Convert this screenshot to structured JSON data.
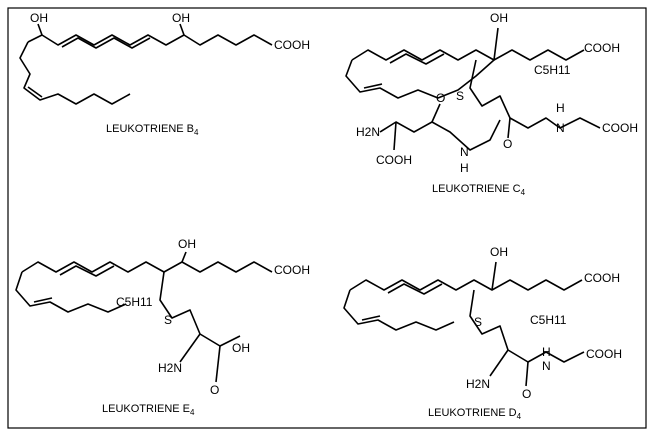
{
  "structures": {
    "ltb4": {
      "label": "LEUKOTRIENE B",
      "label_sub": "4",
      "oh1": "OH",
      "oh2": "OH",
      "cooh": "COOH"
    },
    "ltc4": {
      "label": "LEUKOTRIENE C",
      "label_sub": "4",
      "oh": "OH",
      "cooh1": "COOH",
      "c5h11": "C5H11",
      "s": "S",
      "h2n": "H2N",
      "cooh2": "COOH",
      "n1": "N",
      "h1": "H",
      "o1": "O",
      "h2": "H",
      "n2": "N",
      "o2": "O",
      "cooh3": "COOH"
    },
    "lte4": {
      "label": "LEUKOTRIENE E",
      "label_sub": "4",
      "oh1": "OH",
      "cooh": "COOH",
      "c5h11": "C5H11",
      "s": "S",
      "h2n": "H2N",
      "oh2": "OH",
      "o": "O"
    },
    "ltd4": {
      "label": "LEUKOTRIENE D",
      "label_sub": "4",
      "oh": "OH",
      "cooh1": "COOH",
      "c5h11": "C5H11",
      "s": "S",
      "h": "H",
      "n": "N",
      "h2n": "H2N",
      "o": "O",
      "cooh2": "COOH"
    }
  }
}
